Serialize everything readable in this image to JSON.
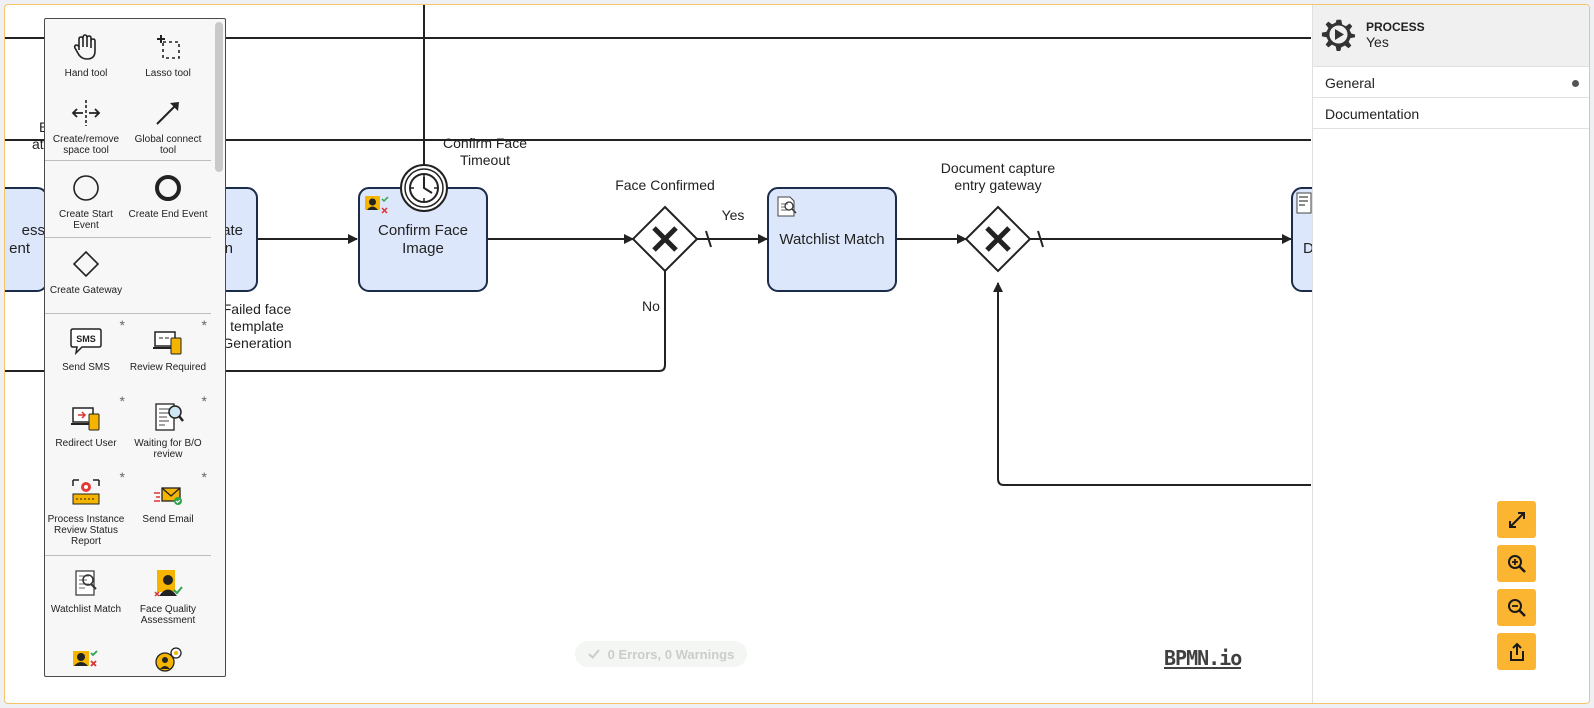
{
  "diagram": {
    "tasks": [
      {
        "id": "left1",
        "label_line1": "ess",
        "label_line2": "ent"
      },
      {
        "id": "left2",
        "label_line1": "ate",
        "label_line2": "n"
      },
      {
        "id": "confirm_face",
        "label_line1": "Confirm Face",
        "label_line2": "Image"
      },
      {
        "id": "watchlist",
        "label": "Watchlist Match"
      },
      {
        "id": "right_cut",
        "label": "D"
      }
    ],
    "labels": {
      "timeout_line1": "Confirm Face",
      "timeout_line2": "Timeout",
      "face_confirmed": "Face Confirmed",
      "yes": "Yes",
      "no": "No",
      "doc_gateway_line1": "Document capture",
      "doc_gateway_line2": "entry gateway",
      "failed_line1": "Failed face",
      "failed_line2": "template",
      "failed_line3": "Generation",
      "left_e": "E",
      "left_at": "at"
    }
  },
  "palette": {
    "tools": [
      {
        "label": "Hand tool",
        "icon": "hand-icon"
      },
      {
        "label": "Lasso tool",
        "icon": "lasso-icon"
      },
      {
        "label": "Create/remove space tool",
        "icon": "space-tool-icon"
      },
      {
        "label": "Global connect tool",
        "icon": "connect-arrow-icon"
      }
    ],
    "events": [
      {
        "label": "Create Start Event",
        "icon": "start-event-icon"
      },
      {
        "label": "Create End Event",
        "icon": "end-event-icon"
      }
    ],
    "gateways": [
      {
        "label": "Create Gateway",
        "icon": "gateway-icon"
      }
    ],
    "custom": [
      {
        "label": "Send SMS",
        "icon": "sms-icon"
      },
      {
        "label": "Review Required",
        "icon": "review-icon"
      },
      {
        "label": "Redirect User",
        "icon": "redirect-icon"
      },
      {
        "label": "Waiting for B/O review",
        "icon": "document-search-icon"
      },
      {
        "label": "Process Instance Review Status Report",
        "icon": "report-icon"
      },
      {
        "label": "Send Email",
        "icon": "email-icon"
      }
    ],
    "tasks": [
      {
        "label": "Watchlist Match",
        "icon": "watchlist-icon"
      },
      {
        "label": "Face Quality Assessment",
        "icon": "face-quality-icon"
      }
    ],
    "star": "*"
  },
  "properties": {
    "type": "PROCESS",
    "name": "Yes",
    "sections": [
      {
        "label": "General"
      },
      {
        "label": "Documentation"
      }
    ]
  },
  "status": {
    "text": "0 Errors, 0 Warnings"
  },
  "logo": {
    "text": "BPMN.io"
  },
  "colors": {
    "task_fill": "#dde7fb",
    "accent": "#fcb531"
  }
}
